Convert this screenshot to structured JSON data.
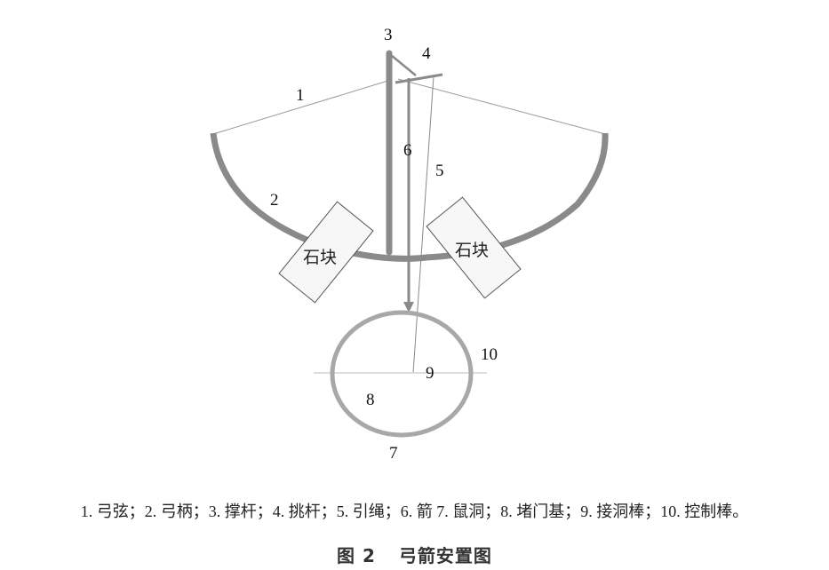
{
  "diagram": {
    "labels": {
      "l1": "1",
      "l2": "2",
      "l3": "3",
      "l4": "4",
      "l5": "5",
      "l6": "6",
      "l7": "7",
      "l8": "8",
      "l9": "9",
      "l10": "10"
    },
    "stone_left": "石块",
    "stone_right": "石块",
    "colors": {
      "bow": "#8a8a8a",
      "ring": "#a8a8a8",
      "string": "#9a9a9a",
      "stone_fill": "#f7f7f7",
      "stone_border": "#555555",
      "control_rod": "#dddddd"
    }
  },
  "legend": {
    "text": "1. 弓弦；2. 弓柄；3. 撑杆；4. 挑杆；5. 引绳；6. 箭 7. 鼠洞；8. 堵门基；9. 接洞棒；10. 控制棒。"
  },
  "caption": {
    "figure_number": "图 2",
    "title": "弓箭安置图"
  }
}
